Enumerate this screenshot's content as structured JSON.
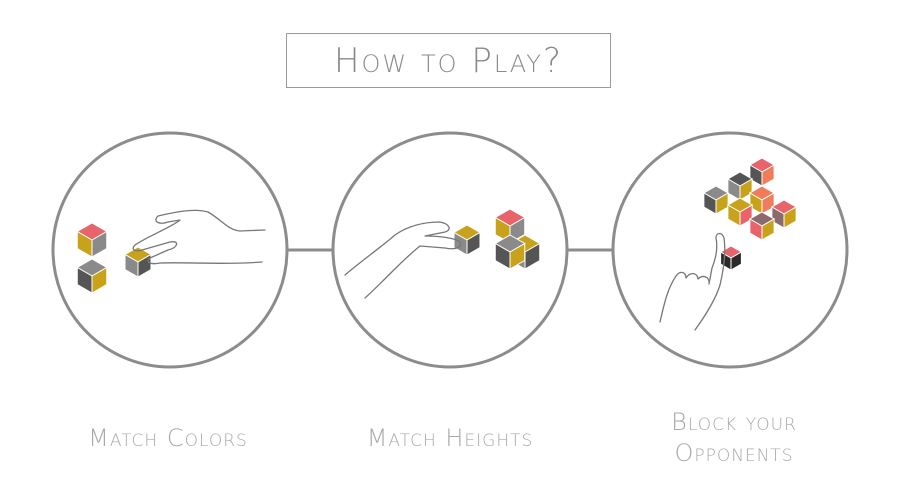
{
  "title": "How to Play?",
  "steps": [
    {
      "label": "Match Colors"
    },
    {
      "label": "Match Heights"
    },
    {
      "label_line1": "Block your",
      "label_line2": "Opponents"
    }
  ],
  "colors": {
    "outline": "#8c8c8c",
    "red": "#e8636a",
    "orange": "#ef7c5a",
    "yellow": "#c9a21c",
    "gray": "#8a8a8a",
    "dark": "#555555",
    "black": "#2a2a2a",
    "mauve": "#8a6a6a",
    "text": "#a8a8a8"
  }
}
